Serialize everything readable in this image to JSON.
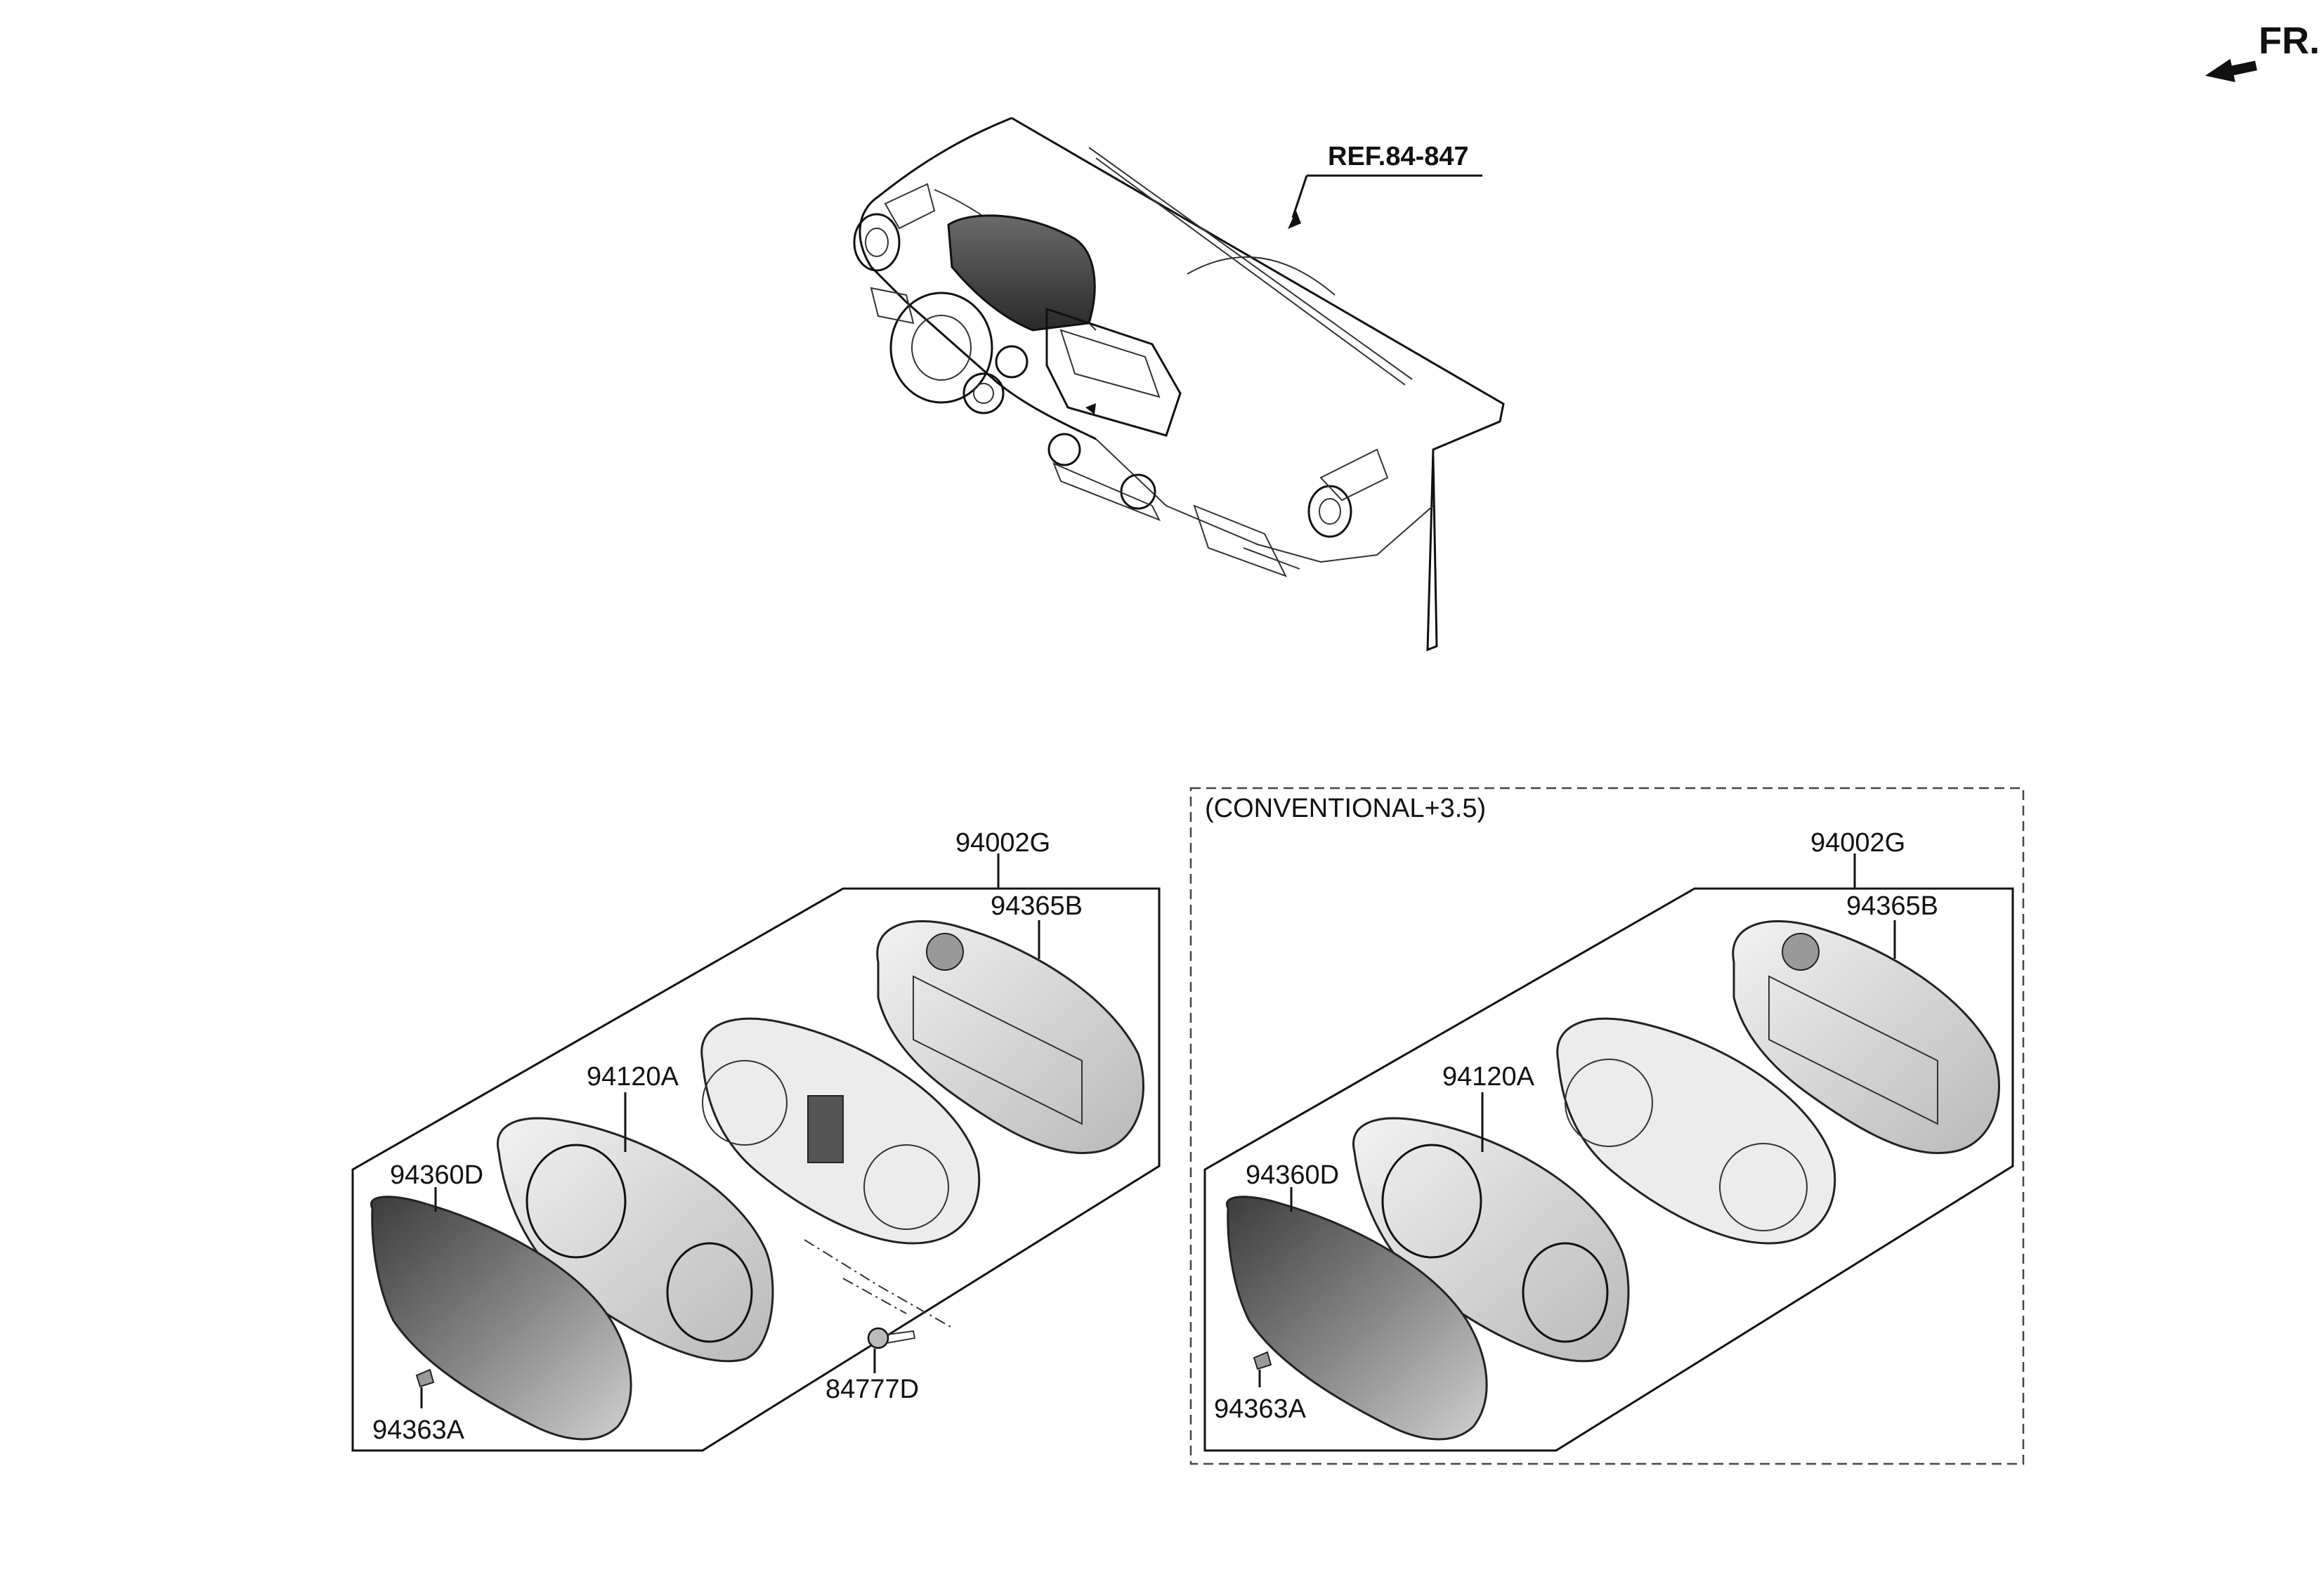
{
  "direction": {
    "label": "FR."
  },
  "reference": {
    "label": "REF.84-847"
  },
  "variant_box": {
    "label": "(CONVENTIONAL+3.5)"
  },
  "left_group": {
    "assembly": "94002G",
    "back_cover": "94365B",
    "dial_gauge": "94120A",
    "lens": "94360D",
    "clip": "94363A",
    "screw": "84777D"
  },
  "right_group": {
    "assembly": "94002G",
    "back_cover": "94365B",
    "dial_gauge": "94120A",
    "lens": "94360D",
    "clip": "94363A"
  },
  "colors": {
    "line": "#111111",
    "part_fill": "#d8d8d8",
    "lens_dark": "#555555"
  }
}
